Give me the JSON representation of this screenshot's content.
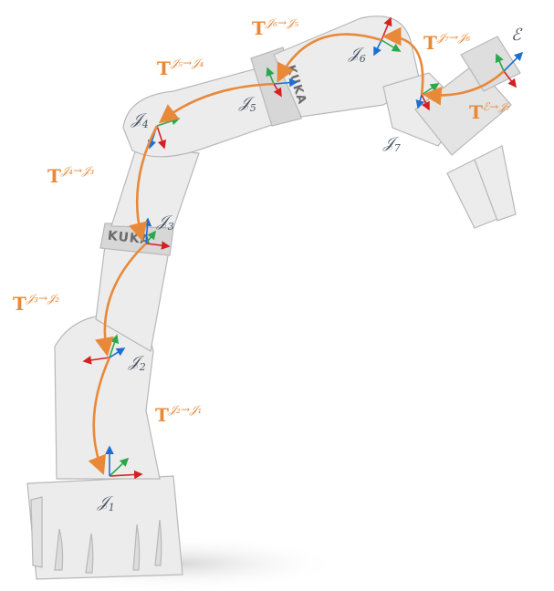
{
  "robot": {
    "brand_text": "KUKA",
    "joints": [
      {
        "id": "J1",
        "label": "𝒥",
        "sub": "1"
      },
      {
        "id": "J2",
        "label": "𝒥",
        "sub": "2"
      },
      {
        "id": "J3",
        "label": "𝒥",
        "sub": "3"
      },
      {
        "id": "J4",
        "label": "𝒥",
        "sub": "4"
      },
      {
        "id": "J5",
        "label": "𝒥",
        "sub": "5"
      },
      {
        "id": "J6",
        "label": "𝒥",
        "sub": "6"
      },
      {
        "id": "J7",
        "label": "𝒥",
        "sub": "7"
      }
    ],
    "end_effector": {
      "label": "ℰ"
    }
  },
  "transforms": [
    {
      "id": "T21",
      "symbol": "T",
      "sup": "𝒥₂→𝒥₁"
    },
    {
      "id": "T32",
      "symbol": "T",
      "sup": "𝒥₃→𝒥₂"
    },
    {
      "id": "T43",
      "symbol": "T",
      "sup": "𝒥₄→𝒥₃"
    },
    {
      "id": "T54",
      "symbol": "T",
      "sup": "𝒥₅→𝒥₄"
    },
    {
      "id": "T65",
      "symbol": "T",
      "sup": "𝒥₆→𝒥₅"
    },
    {
      "id": "T76",
      "symbol": "T",
      "sup": "𝒥₇→𝒥₆"
    },
    {
      "id": "TE7",
      "symbol": "T",
      "sup": "ℰ→𝒥₇"
    }
  ],
  "colors": {
    "arrow": "#e8893a",
    "x_axis": "#d42020",
    "y_axis": "#2aa84a",
    "z_axis": "#1f6fd1",
    "body": "#ececec",
    "outline": "#b8b8b8"
  }
}
